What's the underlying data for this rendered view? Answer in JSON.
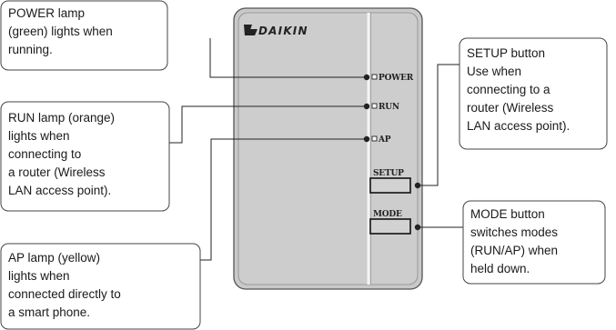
{
  "device": {
    "brand": "DAIKIN",
    "labels": {
      "power": "POWER",
      "run": "RUN",
      "ap": "AP",
      "setup": "SETUP",
      "mode": "MODE"
    }
  },
  "callouts": {
    "power": [
      "POWER lamp",
      "(green) lights when",
      "running."
    ],
    "run": [
      "RUN lamp (orange)",
      "lights when",
      "connecting to",
      "a router (Wireless",
      "LAN access point)."
    ],
    "ap": [
      "AP lamp (yellow)",
      "lights when",
      "connected directly to",
      "a smart phone."
    ],
    "setup": [
      "SETUP button",
      "Use when",
      "connecting to a",
      "router (Wireless",
      "LAN access point)."
    ],
    "mode": [
      "MODE button",
      "switches modes",
      "(RUN/AP) when",
      "held down."
    ]
  }
}
